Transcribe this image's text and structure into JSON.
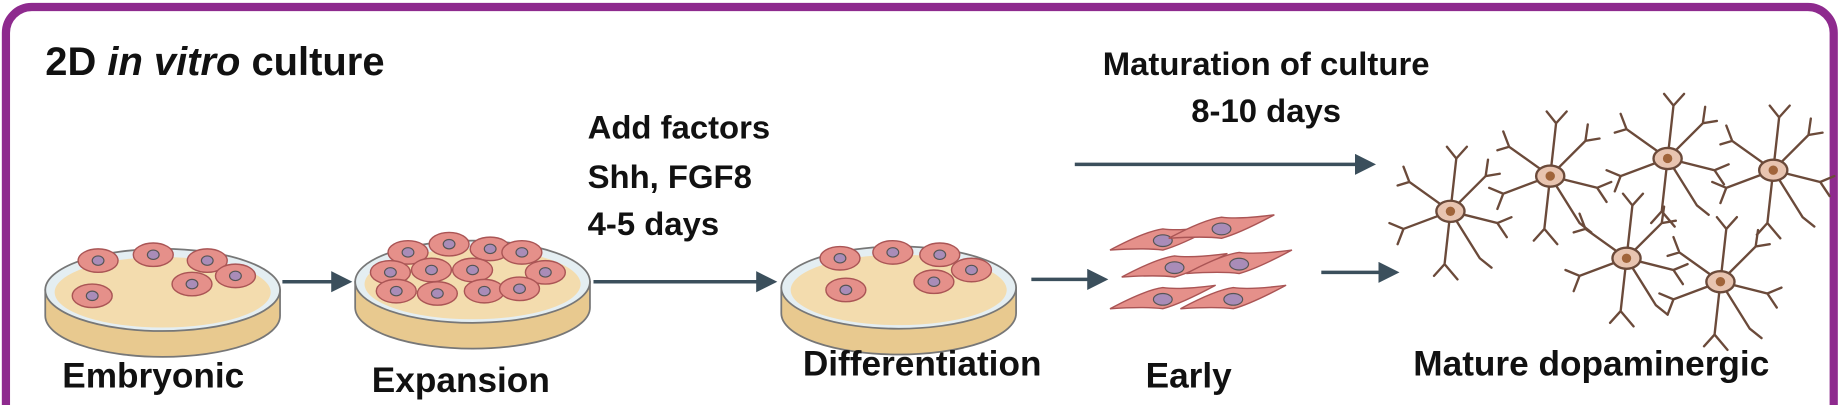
{
  "title": {
    "prefix": "2D ",
    "italic": "in vitro",
    "suffix": " culture"
  },
  "steps": {
    "add_factors": [
      "Add factors",
      "Shh, FGF8",
      "4-5 days"
    ],
    "maturation": [
      "Maturation of culture",
      "8-10 days"
    ]
  },
  "labels": {
    "embryonic": "Embryonic",
    "expansion": "Expansion",
    "differentiation": "Differentiation",
    "early": "Early",
    "mature": "Mature dopaminergic"
  },
  "colors": {
    "border": "#8e2a8e",
    "arrow": "#3b4f5c",
    "cell": "#e5908a",
    "dish": "#f3dcae",
    "neuron": "#7a5a4a"
  }
}
